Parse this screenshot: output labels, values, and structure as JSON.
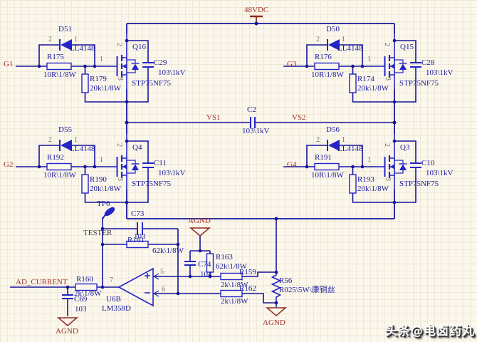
{
  "schematic": {
    "power_rail": "48VDC",
    "nets": {
      "vs1": "VS1",
      "vs2": "VS2",
      "agnd": "AGND",
      "ad_current": "AD_CURRENT",
      "tester": "TESTER",
      "g1": "G1",
      "g2": "G2",
      "g3": "G3",
      "g4": "G4"
    },
    "pins": {
      "p1": "1",
      "p2": "2",
      "p3": "3",
      "p5": "5",
      "p6": "6",
      "p7": "7"
    },
    "mosfets": {
      "q16": {
        "ref": "Q16",
        "part": "STP75NF75"
      },
      "q15": {
        "ref": "Q15",
        "part": "STP75NF75"
      },
      "q4": {
        "ref": "Q4",
        "part": "STP75NF75"
      },
      "q3": {
        "ref": "Q3",
        "part": "STP75NF75"
      }
    },
    "diodes": {
      "d51": {
        "ref": "D51",
        "part": "LL4148"
      },
      "d50": {
        "ref": "D50",
        "part": "LL4148"
      },
      "d55": {
        "ref": "D55",
        "part": "LL4148"
      },
      "d56": {
        "ref": "D56",
        "part": "LL4148"
      }
    },
    "resistors": {
      "r175": {
        "ref": "R175",
        "value": "10R\\1/8W"
      },
      "r179": {
        "ref": "R179",
        "value": "20k\\1/8W"
      },
      "r176": {
        "ref": "R176",
        "value": "10R\\1/8W"
      },
      "r174": {
        "ref": "R174",
        "value": "20k\\1/8W"
      },
      "r192": {
        "ref": "R192",
        "value": "10R\\1/8W"
      },
      "r190": {
        "ref": "R190",
        "value": "20k\\1/8W"
      },
      "r191": {
        "ref": "R191",
        "value": "10R\\1/8W"
      },
      "r193": {
        "ref": "R193",
        "value": "20k\\1/8W"
      },
      "r161": {
        "ref": "R161",
        "value": "62k\\1/8W"
      },
      "r163": {
        "ref": "R163",
        "value": "62k\\1/8W"
      },
      "r159": {
        "ref": "R159",
        "value": "2k\\1/8W"
      },
      "r162": {
        "ref": "R162",
        "value": "2k\\1/8W"
      },
      "r160": {
        "ref": "R160",
        "value": "2k\\1/8W"
      },
      "r56": {
        "ref": "R56",
        "value": "R025\\5W\\康铜丝"
      }
    },
    "capacitors": {
      "c29": {
        "ref": "C29",
        "value": "103\\1kV"
      },
      "c28": {
        "ref": "C28",
        "value": "103\\1kV"
      },
      "c2": {
        "ref": "C2",
        "value": "103\\1kV"
      },
      "c11": {
        "ref": "C11",
        "value": "103\\1kV"
      },
      "c10": {
        "ref": "C10",
        "value": "103\\1kV"
      },
      "c73": {
        "ref": "C73",
        "value": "103"
      },
      "c74": {
        "ref": "C74",
        "value": "104"
      },
      "c69": {
        "ref": "C69",
        "value": "103"
      }
    },
    "opamp": {
      "ref": "U6B",
      "part": "LM358D",
      "plus": "+",
      "minus": "-"
    },
    "test_point": "TP6",
    "watermark": "头条@电卤药丸"
  }
}
